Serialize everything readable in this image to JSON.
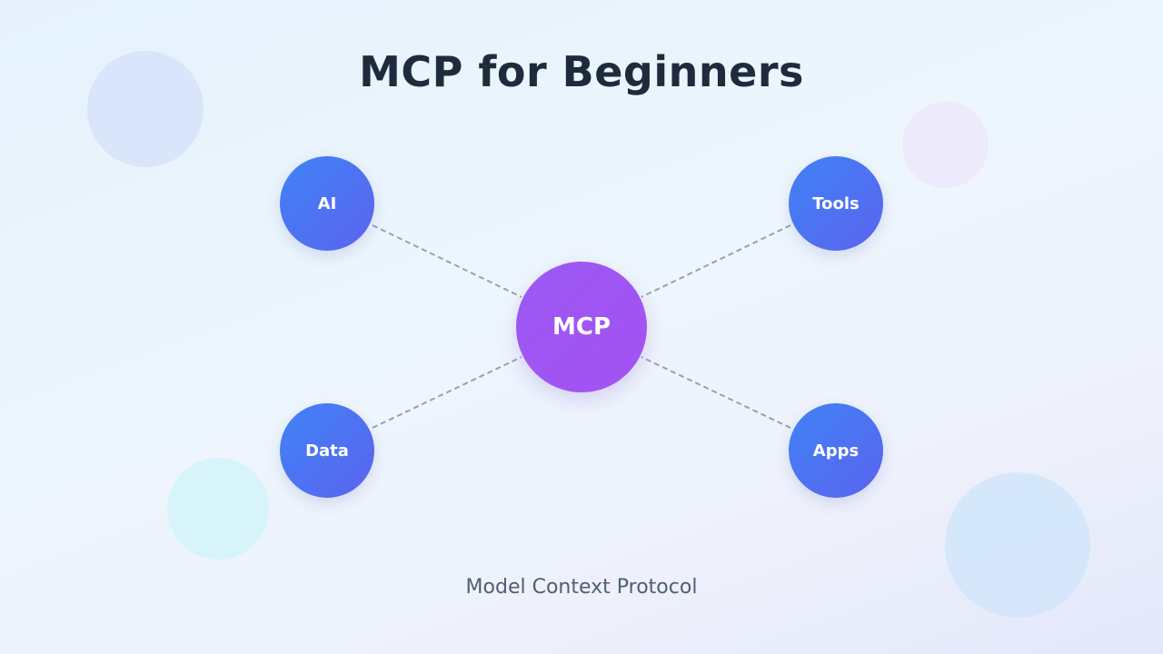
{
  "title": "MCP for Beginners",
  "subtitle": "Model Context Protocol",
  "center_node": {
    "label": "MCP",
    "color": "#a052f3"
  },
  "nodes": [
    {
      "id": "ai",
      "label": "AI"
    },
    {
      "id": "tools",
      "label": "Tools"
    },
    {
      "id": "data",
      "label": "Data"
    },
    {
      "id": "apps",
      "label": "Apps"
    }
  ],
  "node_color": "#4a76f3",
  "connector_color": "#94a3b0",
  "connector_style": "dashed"
}
